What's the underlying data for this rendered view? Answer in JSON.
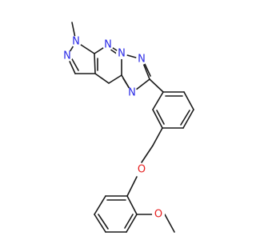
{
  "colors": {
    "bond": "#1a1a1a",
    "nitrogen": "#2828e6",
    "oxygen": "#e61e1e",
    "carbon": "#1a1a1a"
  },
  "atoms": {
    "n_pyrazole_1": "N",
    "n_pyrazole_2": "N",
    "n_pyrimidine": "N",
    "n_bridge": "N",
    "n_triazole_top": "N",
    "n_triazole_bottom": "N",
    "o_ether": "O",
    "o_methoxy": "O"
  }
}
